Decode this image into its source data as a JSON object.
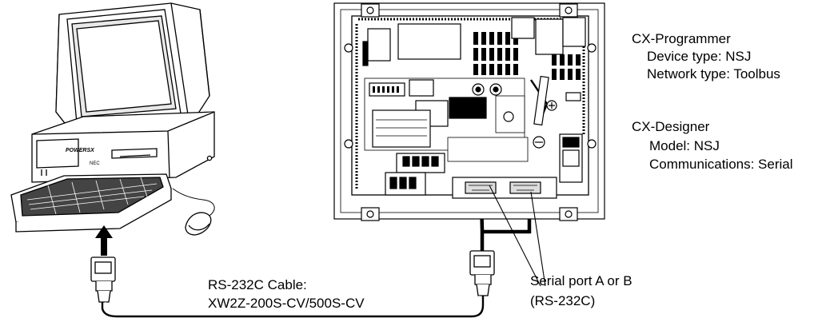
{
  "software": {
    "programmer": {
      "title": "CX-Programmer",
      "device_type": "Device type: NSJ",
      "network_type": "Network type: Toolbus"
    },
    "designer": {
      "title": "CX-Designer",
      "model": "Model: NSJ",
      "communications": "Communications: Serial"
    }
  },
  "cable": {
    "label_line1": "RS-232C Cable:",
    "label_line2": "XW2Z-200S-CV/500S-CV"
  },
  "port": {
    "label_line1": "Serial port A or B",
    "label_line2": "(RS-232C)"
  },
  "pc_brand_text": "POWERSX",
  "pc_model_text": "NEC"
}
